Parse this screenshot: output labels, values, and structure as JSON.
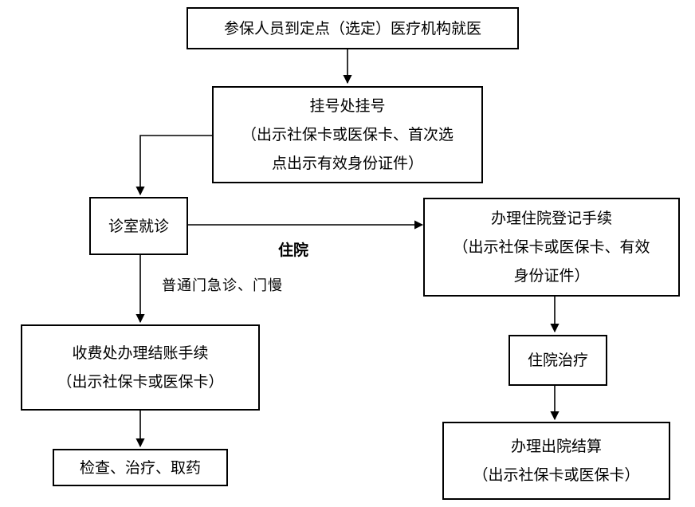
{
  "flow": {
    "step_visit": "参保人员到定点（选定）医疗机构就医",
    "step_register": {
      "title": "挂号处挂号",
      "note_line1": "（出示社保卡或医保卡、首次选",
      "note_line2": "点出示有效身份证件）"
    },
    "step_clinic": "诊室就诊",
    "step_pay": {
      "title": "收费处办理结账手续",
      "note": "（出示社保卡或医保卡）"
    },
    "step_exam": "检查、治疗、取药",
    "step_admit": {
      "title": "办理住院登记手续",
      "note_line1": "（出示社保卡或医保卡、有效",
      "note_line2": "身份证件）"
    },
    "step_treat": "住院治疗",
    "step_discharge": {
      "title": "办理出院结算",
      "note": "（出示社保卡或医保卡）"
    }
  },
  "edge_labels": {
    "inpatient": "住院",
    "outpatient": "普通门急诊、门慢"
  }
}
